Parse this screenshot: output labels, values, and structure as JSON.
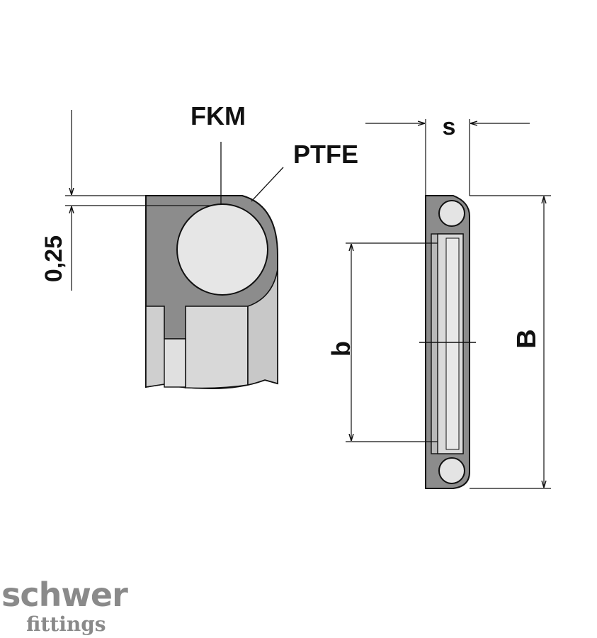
{
  "labels": {
    "fkm": "FKM",
    "ptfe": "PTFE",
    "thickness": "0,25",
    "s": "s",
    "b": "b",
    "B": "B"
  },
  "logo": {
    "brand": "schwer",
    "tagline": "fittings"
  },
  "colors": {
    "ptfe_jacket": "#8c8c8c",
    "fkm_core": "#e4e4e4",
    "body_light": "#d6d6d6",
    "body_mid": "#c4c4c4",
    "line": "#111111",
    "logo": "#8a8a8a"
  }
}
